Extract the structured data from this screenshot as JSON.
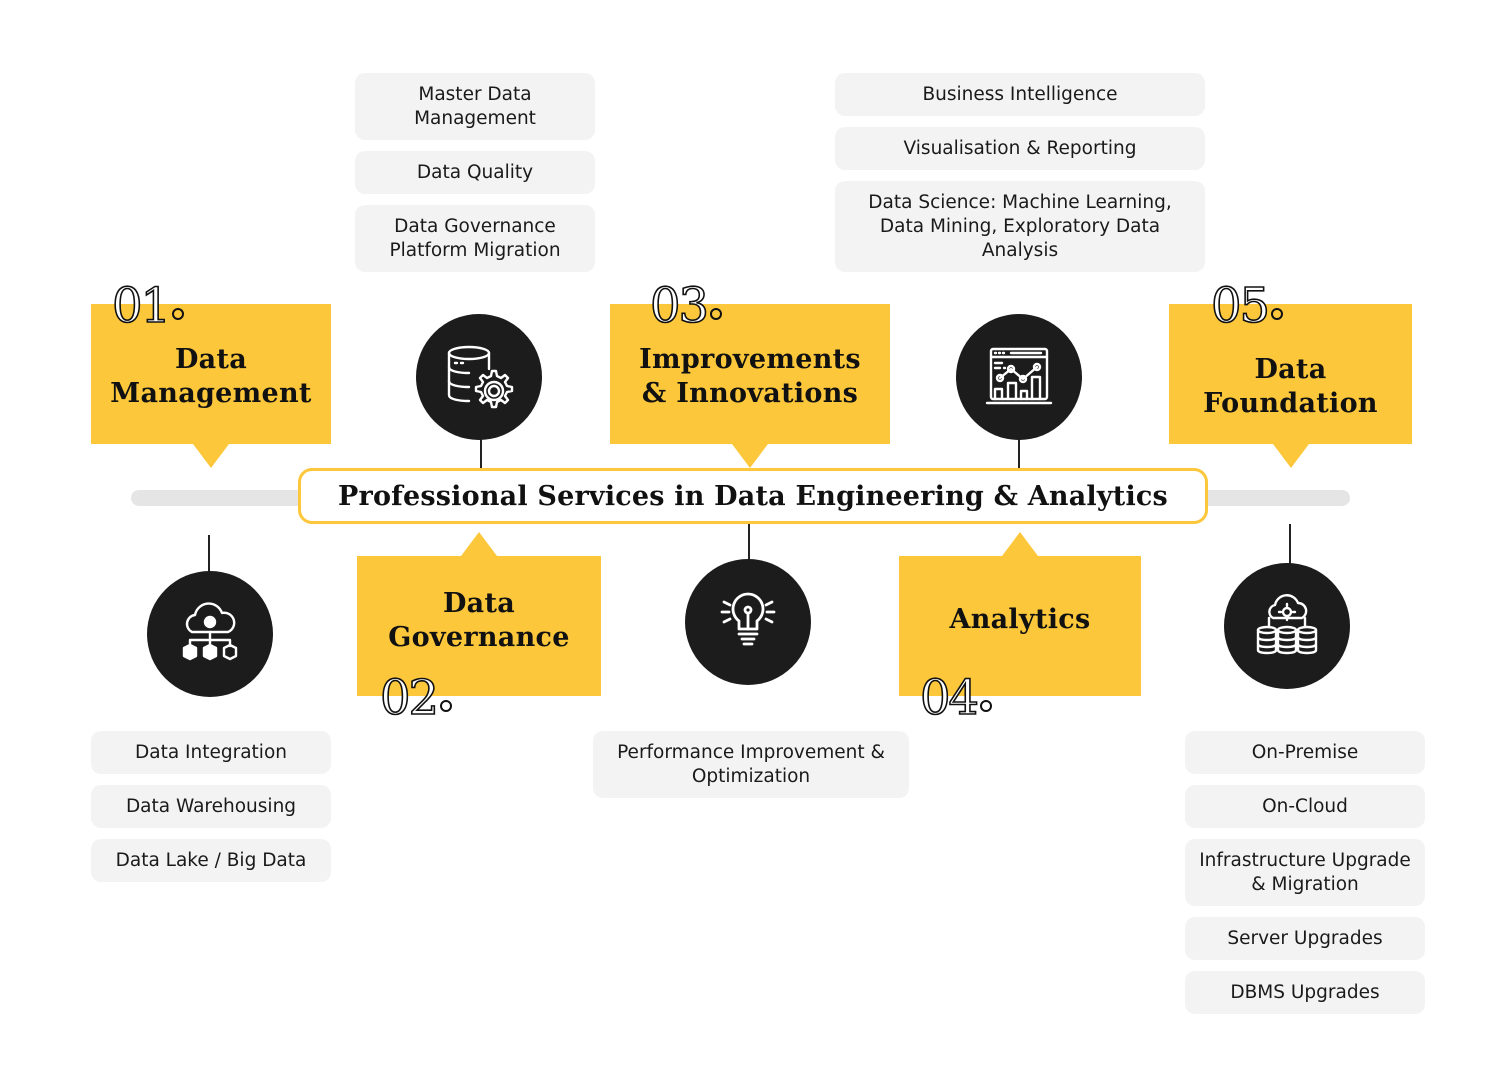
{
  "title": "Professional Services in Data Engineering & Analytics",
  "colors": {
    "accent": "#fcc73a",
    "icon_bg": "#1c1c1c",
    "item_bg": "#f3f3f3",
    "track": "#e5e5e5"
  },
  "sections": [
    {
      "number": "01",
      "title_line1": "Data",
      "title_line2": "Management",
      "icon": "cloud-network-icon",
      "items": [
        "Data Integration",
        "Data Warehousing",
        "Data Lake / Big Data"
      ]
    },
    {
      "number": "02",
      "title_line1": "Data",
      "title_line2": "Governance",
      "icon": "database-gear-icon",
      "items": [
        "Master Data Management",
        "Data Quality",
        "Data Governance Platform Migration"
      ]
    },
    {
      "number": "03",
      "title_line1": "Improvements",
      "title_line2": "& Innovations",
      "icon": "lightbulb-icon",
      "items": [
        "Performance Improvement & Optimization"
      ]
    },
    {
      "number": "04",
      "title_line1": "Analytics",
      "title_line2": "",
      "icon": "analytics-dashboard-icon",
      "items": [
        "Business Intelligence",
        "Visualisation & Reporting",
        "Data Science: Machine Learning, Data Mining, Exploratory Data Analysis"
      ]
    },
    {
      "number": "05",
      "title_line1": "Data",
      "title_line2": "Foundation",
      "icon": "cloud-databases-icon",
      "items": [
        "On-Premise",
        "On-Cloud",
        "Infrastructure Upgrade & Migration",
        "Server Upgrades",
        "DBMS Upgrades"
      ]
    }
  ]
}
